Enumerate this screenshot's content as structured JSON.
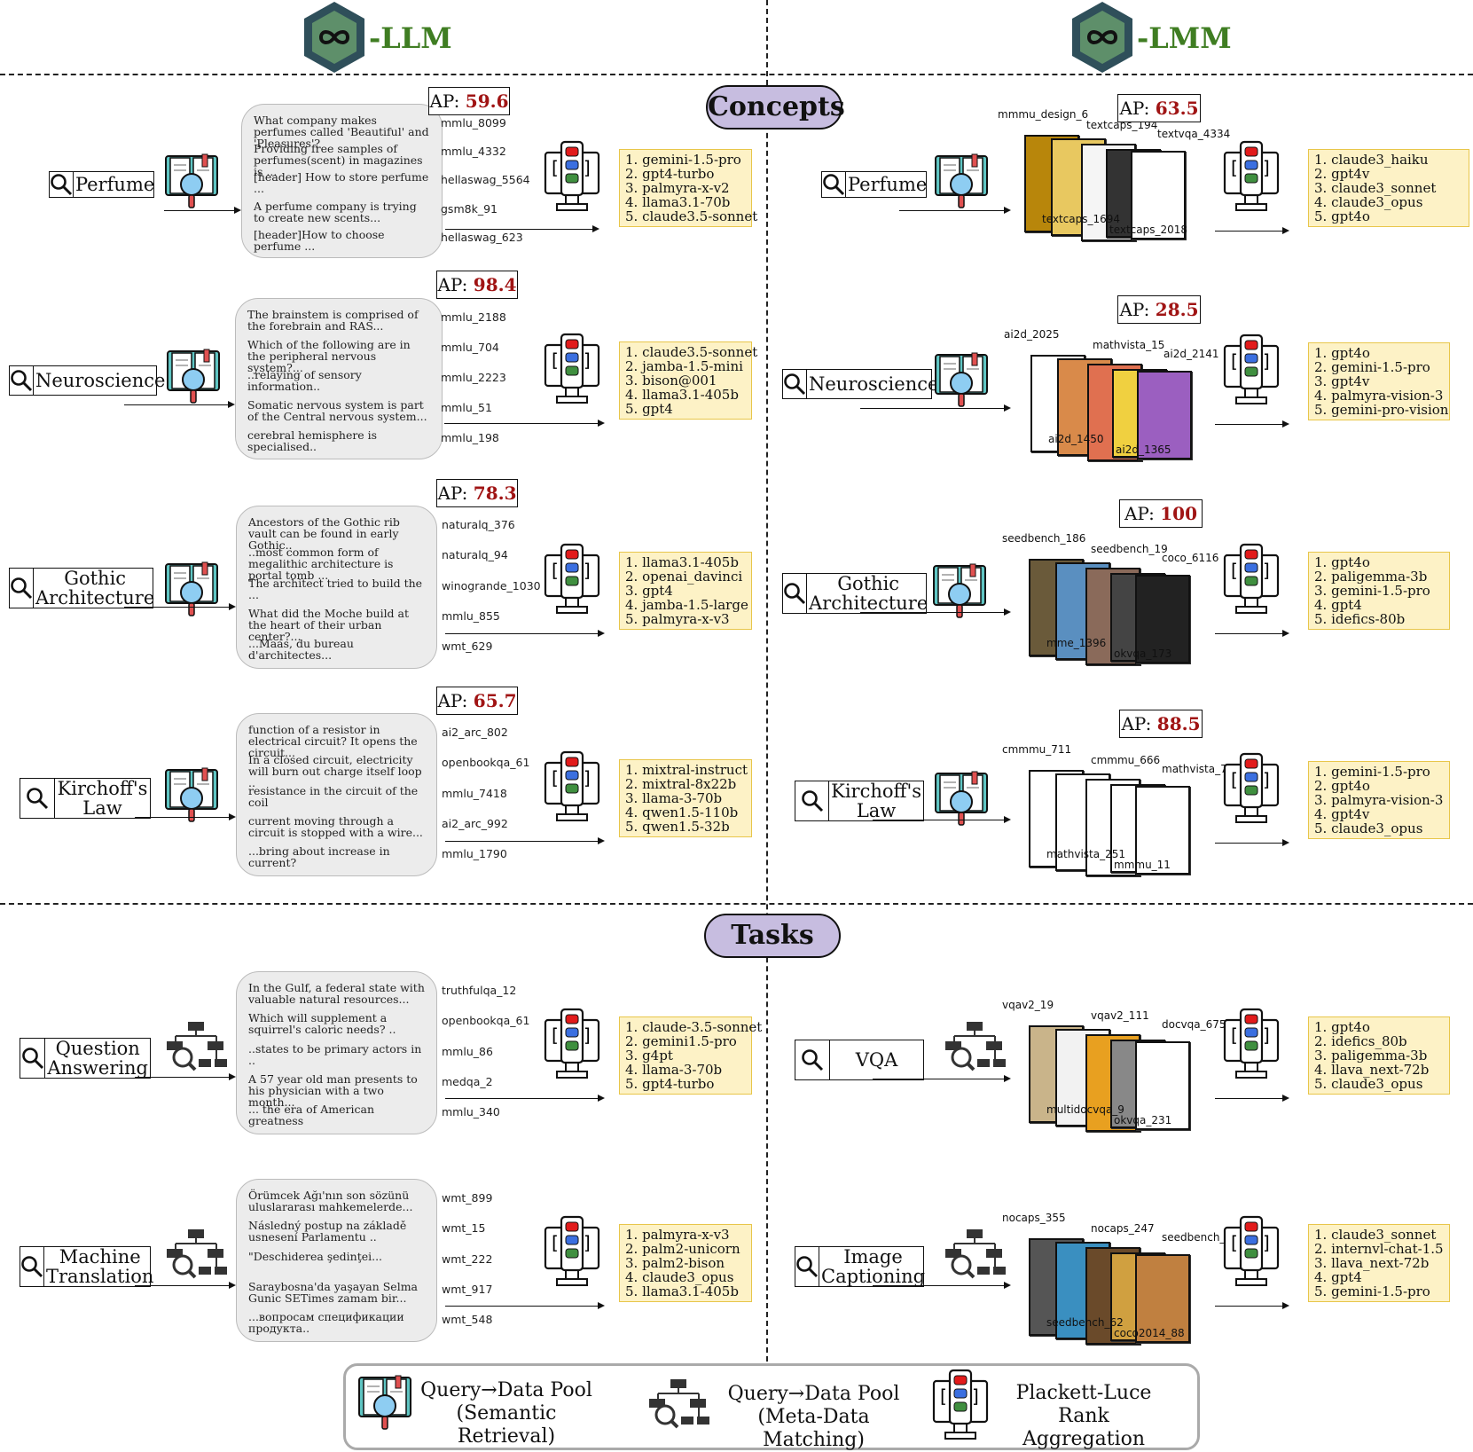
{
  "header": {
    "left_title": "-LLM",
    "right_title": "-LMM"
  },
  "sections": {
    "concepts": "Concepts",
    "tasks": "Tasks"
  },
  "llm_rows": [
    {
      "query": "Perfume",
      "ap_label": "AP: ",
      "ap": "59.6",
      "pool": [
        {
          "text": "What company makes perfumes called 'Beautiful' and 'Pleasures'?",
          "id": "mmlu_8099"
        },
        {
          "text": "Providing free samples of perfumes(scent) in magazines is ...",
          "id": "mmlu_4332"
        },
        {
          "text": "[header] How to store perfume ...",
          "id": "hellaswag_5564"
        },
        {
          "text": "A perfume company is trying to create new scents...",
          "id": "gsm8k_91"
        },
        {
          "text": "[header]How to choose perfume ...",
          "id": "hellaswag_623"
        }
      ],
      "ranking": [
        "1. gemini-1.5-pro",
        "2. gpt4-turbo",
        "3. palmyra-x-v2",
        "4. llama3.1-70b",
        "5. claude3.5-sonnet"
      ]
    },
    {
      "query": "Neuroscience",
      "ap_label": "AP: ",
      "ap": "98.4",
      "pool": [
        {
          "text": "The brainstem is comprised of the forebrain and RAS...",
          "id": "mmlu_2188"
        },
        {
          "text": "Which of the following are in the peripheral nervous system?...",
          "id": "mmlu_704"
        },
        {
          "text": "..relaying of sensory information..",
          "id": "mmlu_2223"
        },
        {
          "text": "Somatic nervous system is part of the Central nervous system...",
          "id": "mmlu_51"
        },
        {
          "text": "cerebral hemisphere is specialised..",
          "id": "mmlu_198"
        }
      ],
      "ranking": [
        "1. claude3.5-sonnet",
        "2. jamba-1.5-mini",
        "3. bison@001",
        "4. llama3.1-405b",
        "5. gpt4"
      ]
    },
    {
      "query": "Gothic Architecture",
      "ap_label": "AP: ",
      "ap": "78.3",
      "pool": [
        {
          "text": "Ancestors of the Gothic rib vault can be found in early Gothic..",
          "id": "naturalq_376"
        },
        {
          "text": "..most common form of megalithic architecture is portal tomb ...",
          "id": "naturalq_94"
        },
        {
          "text": "The architect tried to build the ...",
          "id": "winogrande_1030"
        },
        {
          "text": "What did the Moche build at the heart of their urban center?...",
          "id": "mmlu_855"
        },
        {
          "text": "...Maas, du bureau d'architectes...",
          "id": "wmt_629"
        }
      ],
      "ranking": [
        "1. llama3.1-405b",
        "2. openai_davinci",
        "3. gpt4",
        "4. jamba-1.5-large",
        "5. palmyra-x-v3"
      ]
    },
    {
      "query": "Kirchoff's Law",
      "ap_label": "AP: ",
      "ap": "65.7",
      "pool": [
        {
          "text": "function of a resistor in electrical circuit? It opens the circuit...",
          "id": "ai2_arc_802"
        },
        {
          "text": "In a closed circuit, electricity will burn out charge itself loop ..",
          "id": "openbookqa_61"
        },
        {
          "text": "resistance in the circuit of the coil",
          "id": "mmlu_7418"
        },
        {
          "text": "current moving through a circuit is stopped with a wire...",
          "id": "ai2_arc_992"
        },
        {
          "text": "...bring about increase in current?",
          "id": "mmlu_1790"
        }
      ],
      "ranking": [
        "1. mixtral-instruct",
        "2. mixtral-8x22b",
        "3. llama-3-70b",
        "4. qwen1.5-110b",
        "5. qwen1.5-32b"
      ]
    },
    {
      "query": "Question Answering",
      "pool": [
        {
          "text": "In the Gulf, a federal state with valuable natural resources...",
          "id": "truthfulqa_12"
        },
        {
          "text": "Which will supplement a squirrel's caloric needs? ..",
          "id": "openbookqa_61"
        },
        {
          "text": "..states to be primary actors in ..",
          "id": "mmlu_86"
        },
        {
          "text": "A 57 year old man presents to his physician with a two month...",
          "id": "medqa_2"
        },
        {
          "text": "... the era of American greatness",
          "id": "mmlu_340"
        }
      ],
      "ranking": [
        "1. claude-3.5-sonnet",
        "2. gemini1.5-pro",
        "3. g4pt",
        "4. llama-3-70b",
        "5. gpt4-turbo"
      ]
    },
    {
      "query": "Machine Translation",
      "pool": [
        {
          "text": "Örümcek Ağı'nın son sözünü uluslararası mahkemelerde...",
          "id": "wmt_899"
        },
        {
          "text": "Následný postup na základě usnesení Parlamentu ..",
          "id": "wmt_15"
        },
        {
          "text": "\"Deschiderea şedinţei...",
          "id": "wmt_222"
        },
        {
          "text": "Saraybosna'da yaşayan Selma Gunic SETimes zamam bir...",
          "id": "wmt_917"
        },
        {
          "text": "...вопросам спецификации продукта..",
          "id": "wmt_548"
        }
      ],
      "ranking": [
        "1. palmyra-x-v3",
        "2. palm2-unicorn",
        "3. palm2-bison",
        "4. claude3_opus",
        "5. llama3.1-405b"
      ]
    }
  ],
  "lmm_rows": [
    {
      "query": "Perfume",
      "ap_label": "AP: ",
      "ap": "63.5",
      "images": [
        "mmmu_design_6",
        "textcaps_194",
        "textvqa_4334",
        "textcaps_1694",
        "textcaps_2018"
      ],
      "ranking": [
        "1. claude3_haiku",
        "2. gpt4v",
        "3. claude3_sonnet",
        "4. claude3_opus",
        "5. gpt4o"
      ]
    },
    {
      "query": "Neuroscience",
      "ap_label": "AP: ",
      "ap": "28.5",
      "images": [
        "ai2d_2025",
        "mathvista_15",
        "ai2d_2141",
        "ai2d_1450",
        "ai2d_1365"
      ],
      "ranking": [
        "1. gpt4o",
        "2. gemini-1.5-pro",
        "3. gpt4v",
        "4. palmyra-vision-3",
        "5. gemini-pro-vision"
      ]
    },
    {
      "query": "Gothic Architecture",
      "ap_label": "AP: ",
      "ap": "100",
      "images": [
        "seedbench_186",
        "seedbench_19",
        "coco_6116",
        "mme_1396",
        "okvqa_173"
      ],
      "ranking": [
        "1. gpt4o",
        "2. paligemma-3b",
        "3. gemini-1.5-pro",
        "4. gpt4",
        "5. idefics-80b"
      ]
    },
    {
      "query": "Kirchoff's Law",
      "ap_label": "AP: ",
      "ap": "88.5",
      "images": [
        "cmmmu_711",
        "cmmmu_666",
        "mathvista_79",
        "mathvista_251",
        "mmmu_11"
      ],
      "ranking": [
        "1. gemini-1.5-pro",
        "2. gpt4o",
        "3. palmyra-vision-3",
        "4. gpt4v",
        "5. claude3_opus"
      ]
    },
    {
      "query": "VQA",
      "images": [
        "vqav2_19",
        "vqav2_111",
        "docvqa_675",
        "multidocvqa_9",
        "okvqa_231"
      ],
      "ranking": [
        "1. gpt4o",
        "2. idefics_80b",
        "3. paligemma-3b",
        "4. llava_next-72b",
        "5. claude3_opus"
      ]
    },
    {
      "query": "Image Captioning",
      "images": [
        "nocaps_355",
        "nocaps_247",
        "seedbench_40",
        "seedbench_62",
        "coco2014_88"
      ],
      "ranking": [
        "1. claude3_sonnet",
        "2. internvl-chat-1.5",
        "3. llava_next-72b",
        "4. gpt4",
        "5. gemini-1.5-pro"
      ]
    }
  ],
  "legend": {
    "semantic_line1": "Query→Data Pool",
    "semantic_line2": "(Semantic Retrieval)",
    "meta_line1": "Query→Data Pool",
    "meta_line2": "(Meta-Data Matching)",
    "pl_line1": "Plackett-Luce",
    "pl_line2": "Rank Aggregation"
  },
  "colors": {
    "ap_value": "#a01414",
    "section_pill": "#c7bde0",
    "ranking_bg": "#fdf2c6",
    "title_green": "#3f7d22"
  }
}
